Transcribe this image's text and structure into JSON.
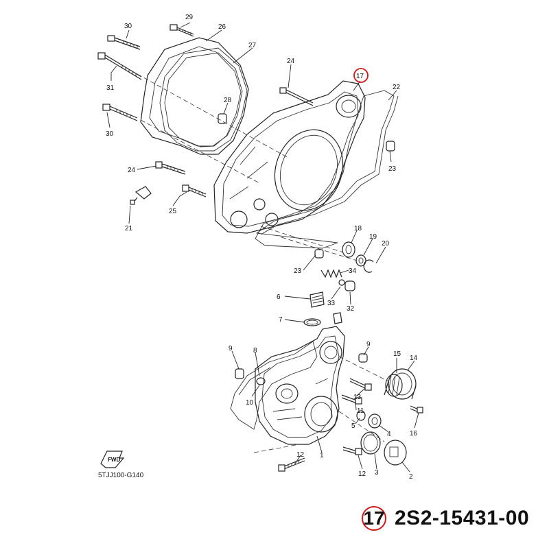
{
  "diagram": {
    "code": "5TJJ100-G140",
    "forward_label": "FWD",
    "highlight_color": "#d01818",
    "callouts": [
      "1",
      "2",
      "3",
      "4",
      "5",
      "6",
      "7",
      "8",
      "9",
      "9",
      "10",
      "11",
      "12",
      "12",
      "13",
      "14",
      "15",
      "16",
      "17",
      "18",
      "19",
      "20",
      "21",
      "22",
      "23",
      "23",
      "24",
      "24",
      "25",
      "26",
      "27",
      "28",
      "29",
      "30",
      "30",
      "31",
      "32",
      "33",
      "34"
    ]
  },
  "selected_part": {
    "ref": "17",
    "part_number": "2S2-15431-00"
  }
}
